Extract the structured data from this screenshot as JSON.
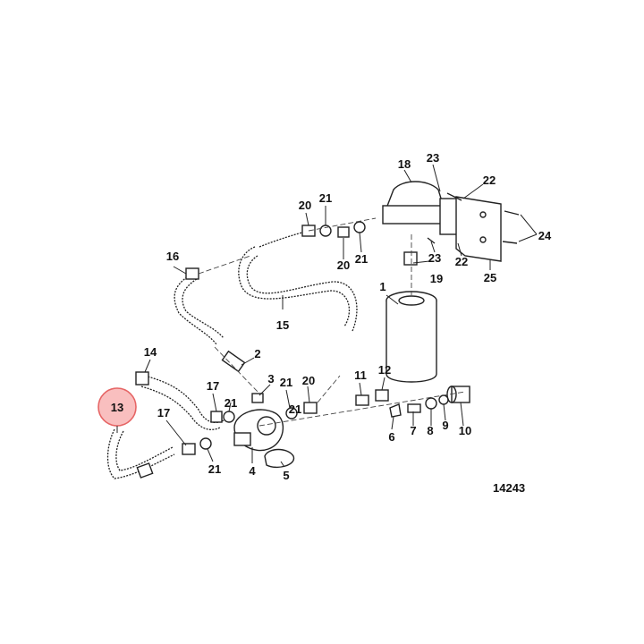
{
  "diagram": {
    "code": "14243",
    "highlighted_callout": "13",
    "highlight_color": "#f4a0a0",
    "callouts": {
      "c1": "1",
      "c2": "2",
      "c3": "3",
      "c4": "4",
      "c5": "5",
      "c6": "6",
      "c7": "7",
      "c8": "8",
      "c9": "9",
      "c10": "10",
      "c11": "11",
      "c12": "12",
      "c13": "13",
      "c14": "14",
      "c15": "15",
      "c16": "16",
      "c17a": "17",
      "c17b": "17",
      "c18": "18",
      "c19": "19",
      "c20a": "20",
      "c20b": "20",
      "c20c": "20",
      "c21a": "21",
      "c21b": "21",
      "c21c": "21",
      "c21d": "21",
      "c21e": "21",
      "c21f": "21",
      "c22a": "22",
      "c22b": "22",
      "c23a": "23",
      "c23b": "23",
      "c24": "24",
      "c25": "25"
    }
  }
}
